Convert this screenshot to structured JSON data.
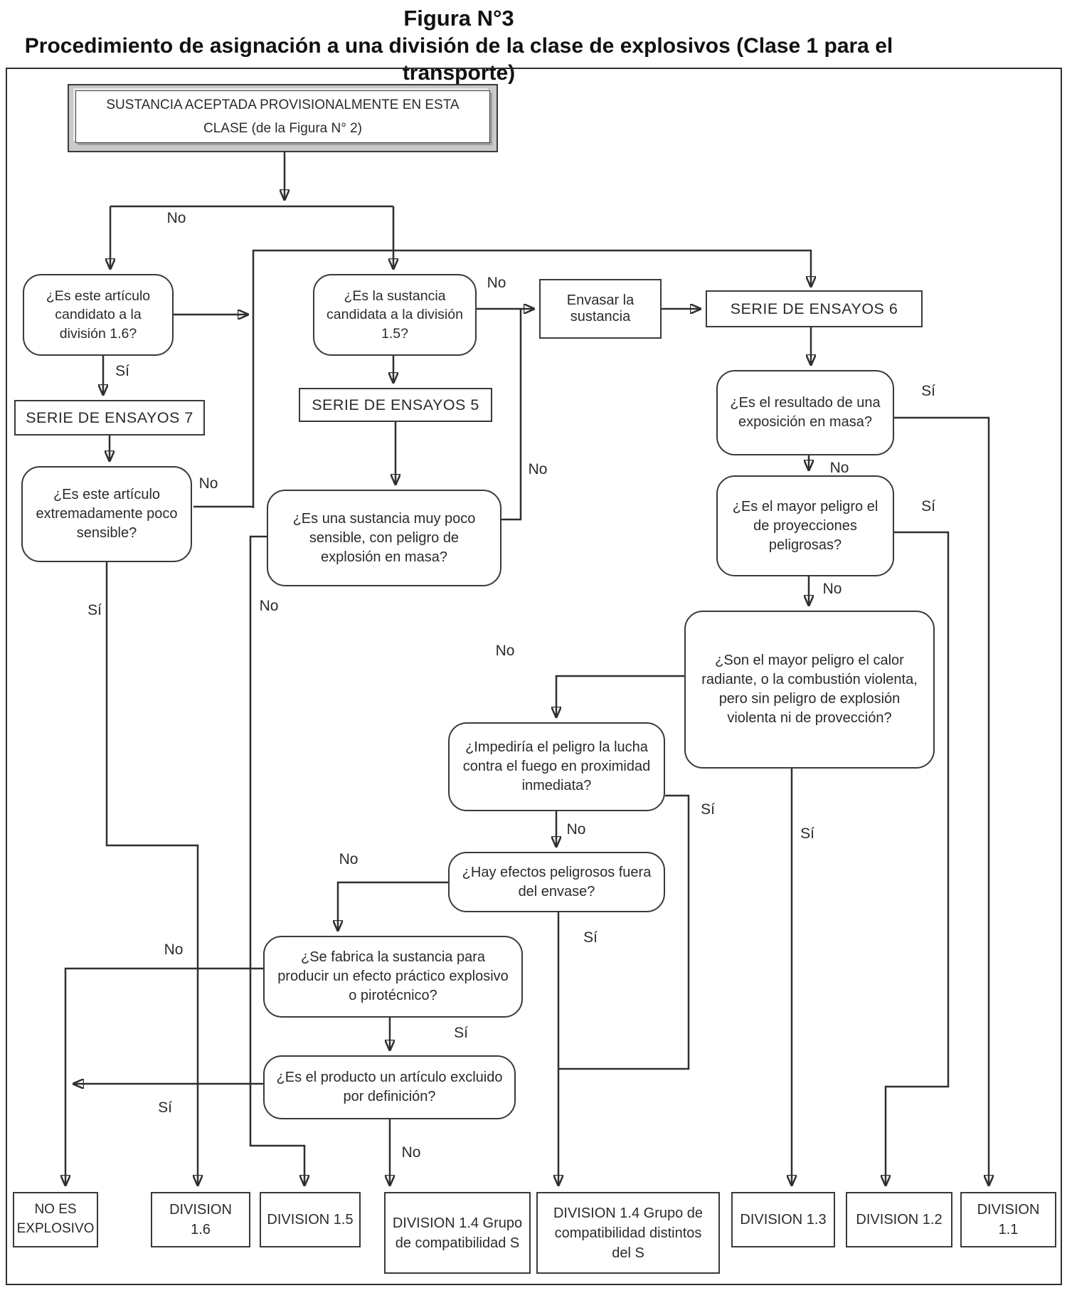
{
  "title": {
    "line1": "Figura N°3",
    "line2": "Procedimiento de asignación a una división de la clase de explosivos (Clase 1 para el transporte)"
  },
  "edge_labels": {
    "yes": "Sí",
    "no": "No"
  },
  "colors": {
    "line": "#2f2f2f",
    "box_border": "#3a3a3a",
    "background": "#ffffff",
    "text": "#2b2b2b"
  },
  "nodes": {
    "start": {
      "text": "SUSTANCIA ACEPTADA PROVISIONALMENTE EN ESTA CLASE (de la Figura N° 2)"
    },
    "q_art_16": {
      "text": "¿Es este artículo candidato a la división 1.6?"
    },
    "serie7": {
      "text": "SERIE DE ENSAYOS 7"
    },
    "q_extrem": {
      "text": "¿Es este artículo extremadamente poco sensible?"
    },
    "q_sust_15": {
      "text": "¿Es la sustancia candidata a la división 1.5?"
    },
    "serie5": {
      "text": "SERIE DE ENSAYOS 5"
    },
    "q_muy_poco": {
      "text": "¿Es una sustancia muy poco sensible, con peligro de explosión en masa?"
    },
    "envasar": {
      "text": "Envasar la sustancia"
    },
    "serie6": {
      "text": "SERIE DE ENSAYOS 6"
    },
    "q_expos": {
      "text": "¿Es el resultado de una exposición en masa?"
    },
    "q_proyec": {
      "text": "¿Es el mayor peligro el de proyecciones peligrosas?"
    },
    "q_son": {
      "text": "¿Son el mayor peligro el calor radiante, o la combustión violenta, pero sin peligro de explosión violenta ni de provección?"
    },
    "q_imped": {
      "text": "¿Impediría el peligro la lucha contra el fuego en proximidad inmediata?"
    },
    "q_hay": {
      "text": "¿Hay efectos peligrosos fuera del envase?"
    },
    "q_fabrica": {
      "text": "¿Se fabrica la sustancia para producir un efecto práctico explosivo o pirotécnico?"
    },
    "q_excluido": {
      "text": "¿Es el producto un artículo excluido por definición?"
    },
    "no_explosivo": {
      "text": "NO ES EXPLOSIVO"
    },
    "div_16": {
      "text": "DIVISION 1.6"
    },
    "div_15": {
      "text": "DIVISION 1.5"
    },
    "div_14_s": {
      "text": "DIVISION 1.4 Grupo de compatibilidad S"
    },
    "div_14_otros": {
      "text": "DIVISION 1.4 Grupo de compatibilidad distintos del S"
    },
    "div_13": {
      "text": "DIVISION 1.3"
    },
    "div_12": {
      "text": "DIVISION 1.2"
    },
    "div_11": {
      "text": "DIVISION 1.1"
    }
  }
}
